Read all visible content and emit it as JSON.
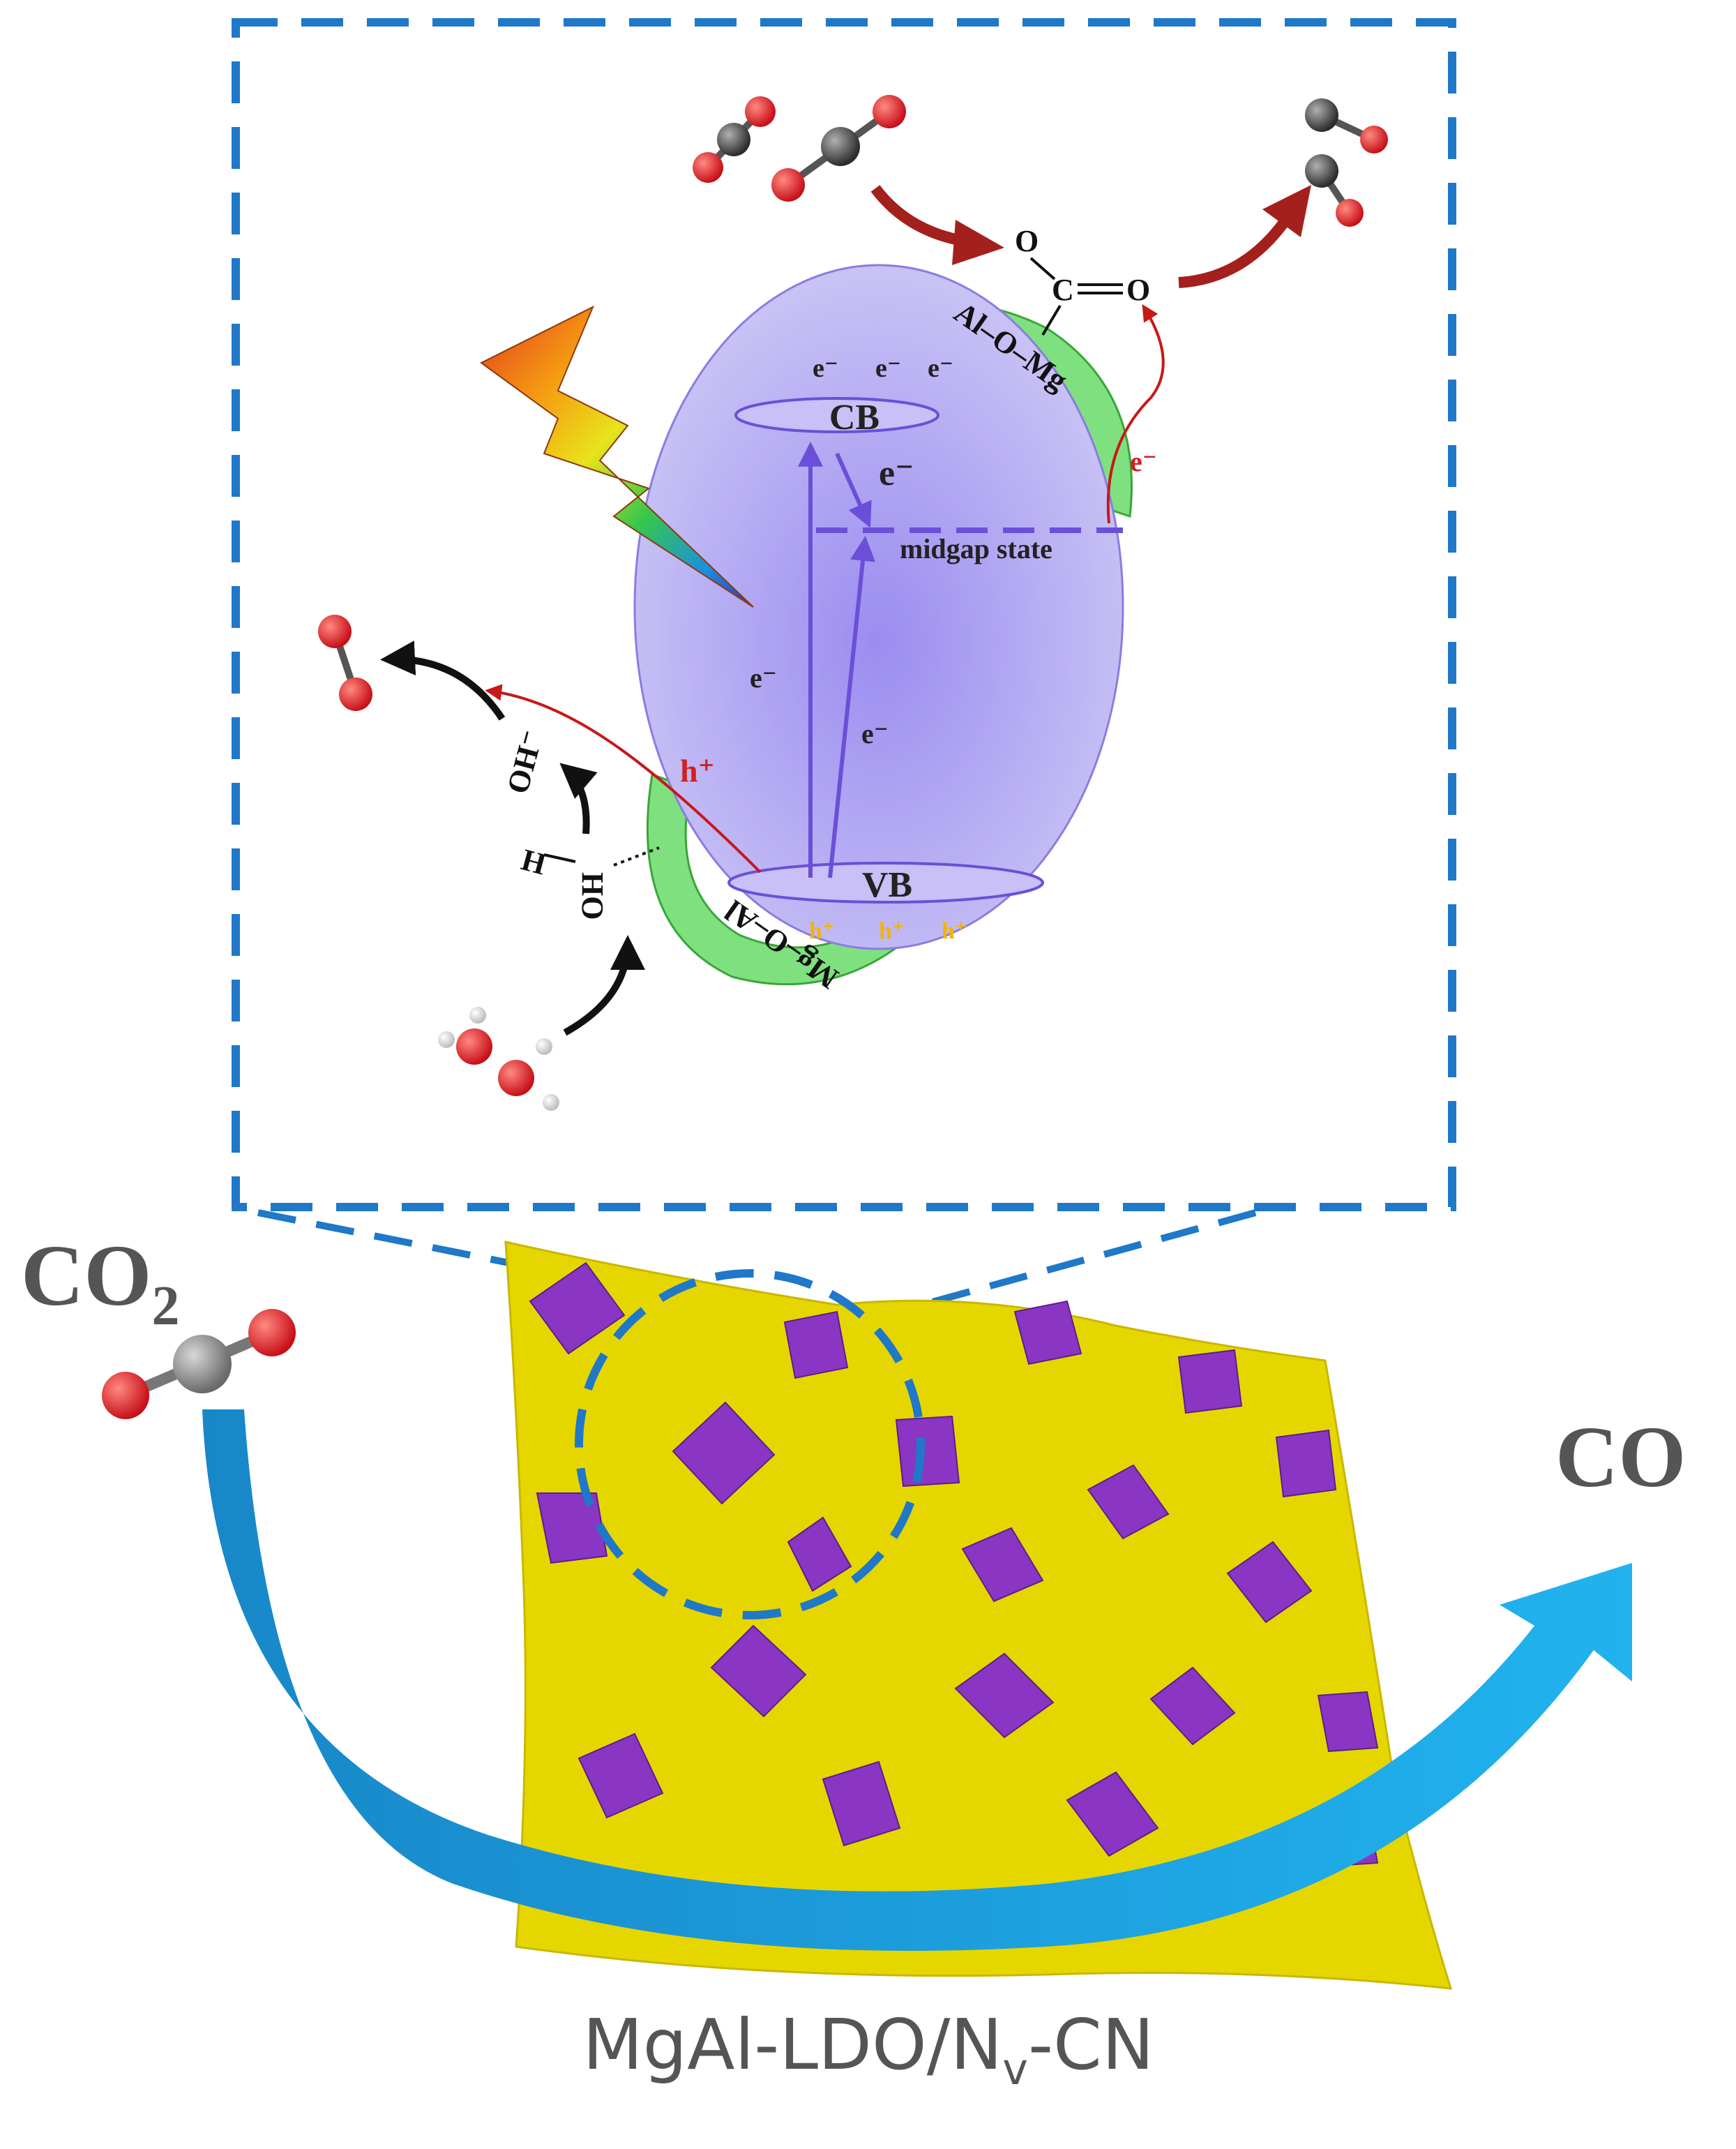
{
  "colors": {
    "frame_blue": "#1f78c8",
    "ellipse_purple": "#b6aef0",
    "shell_green": "#7fe07f",
    "sheet_yellow": "#e6d600",
    "square_purple": "#8b35c4",
    "arrow_red": "#a3201c",
    "arrow_blue": "#1ba6e2",
    "text_dark": "#222222",
    "text_gray": "#555555",
    "text_red": "#d21f1f",
    "text_orange": "#f2b400"
  },
  "icons": [
    "light-bolt-icon",
    "co2-molecule-icon",
    "co-molecule-icon",
    "o2-molecule-icon",
    "h2o-molecule-icon"
  ],
  "labels": {
    "cb": "CB",
    "vb": "VB",
    "midgap": "midgap state",
    "electron": "e⁻",
    "hole": "h⁺",
    "shell_top": "Al–O–Mg",
    "shell_bottom": "Mg–O–Al",
    "carbonate_o1": "O",
    "carbonate_c": "C",
    "carbonate_o2": "O",
    "oh_minus": "OH⁻",
    "h": "H",
    "ho": "HO"
  },
  "outer": {
    "co2_main": "CO",
    "co2_sub": "2",
    "co": "CO",
    "caption_main": "MgAl-LDO/N",
    "caption_sub": "v",
    "caption_tail": "-CN"
  }
}
